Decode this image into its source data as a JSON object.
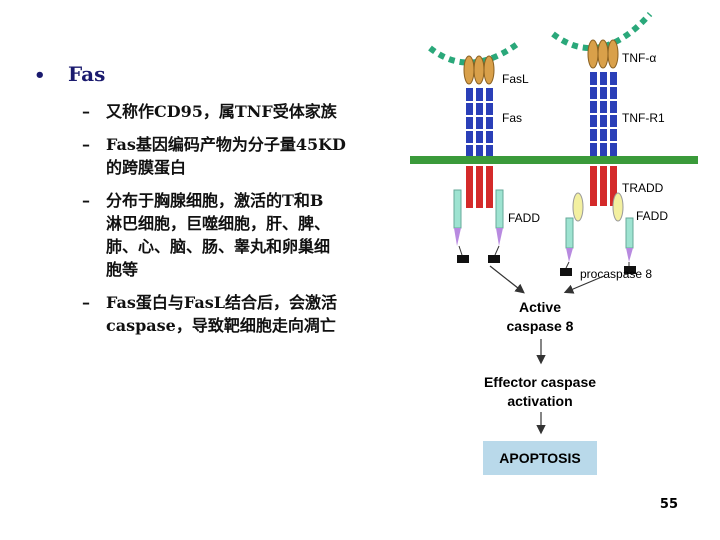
{
  "bullet": {
    "title": "Fas",
    "items": [
      "又称作CD95，属TNF受体家族",
      "Fas基因编码产物为分子量45KD\n的跨膜蛋白",
      "分布于胸腺细胞，激活的T和B\n淋巴细胞，巨噬细胞，肝、脾、\n肺、心、脑、肠、睾丸和卵巢细\n胞等",
      "Fas蛋白与FasL结合后，会激活\ncaspase，导致靶细胞走向凋亡"
    ]
  },
  "diagram": {
    "labels": {
      "fasl": "FasL",
      "fas": "Fas",
      "tnf_alpha": "TNF-α",
      "tnf_r1": "TNF-R1",
      "tradd": "TRADD",
      "fadd_left": "FADD",
      "fadd_right": "FADD",
      "procaspase": "procaspase 8",
      "active_line1": "Active",
      "active_line2": "caspase 8",
      "effector_line1": "Effector caspase",
      "effector_line2": "activation",
      "apoptosis": "APOPTOSIS"
    },
    "colors": {
      "ligand": "#d9a04a",
      "receptor_blue": "#2a3fb8",
      "membrane": "#3a9a3a",
      "death_domain": "#d42a2a",
      "fadd": "#9ee3d1",
      "tradd": "#f3f0a0",
      "procaspase": "#b88ae0",
      "tnf_dots": "#2aa87a",
      "apoptosis_box": "#b9d9ea"
    }
  },
  "footer": {
    "page": "55"
  }
}
